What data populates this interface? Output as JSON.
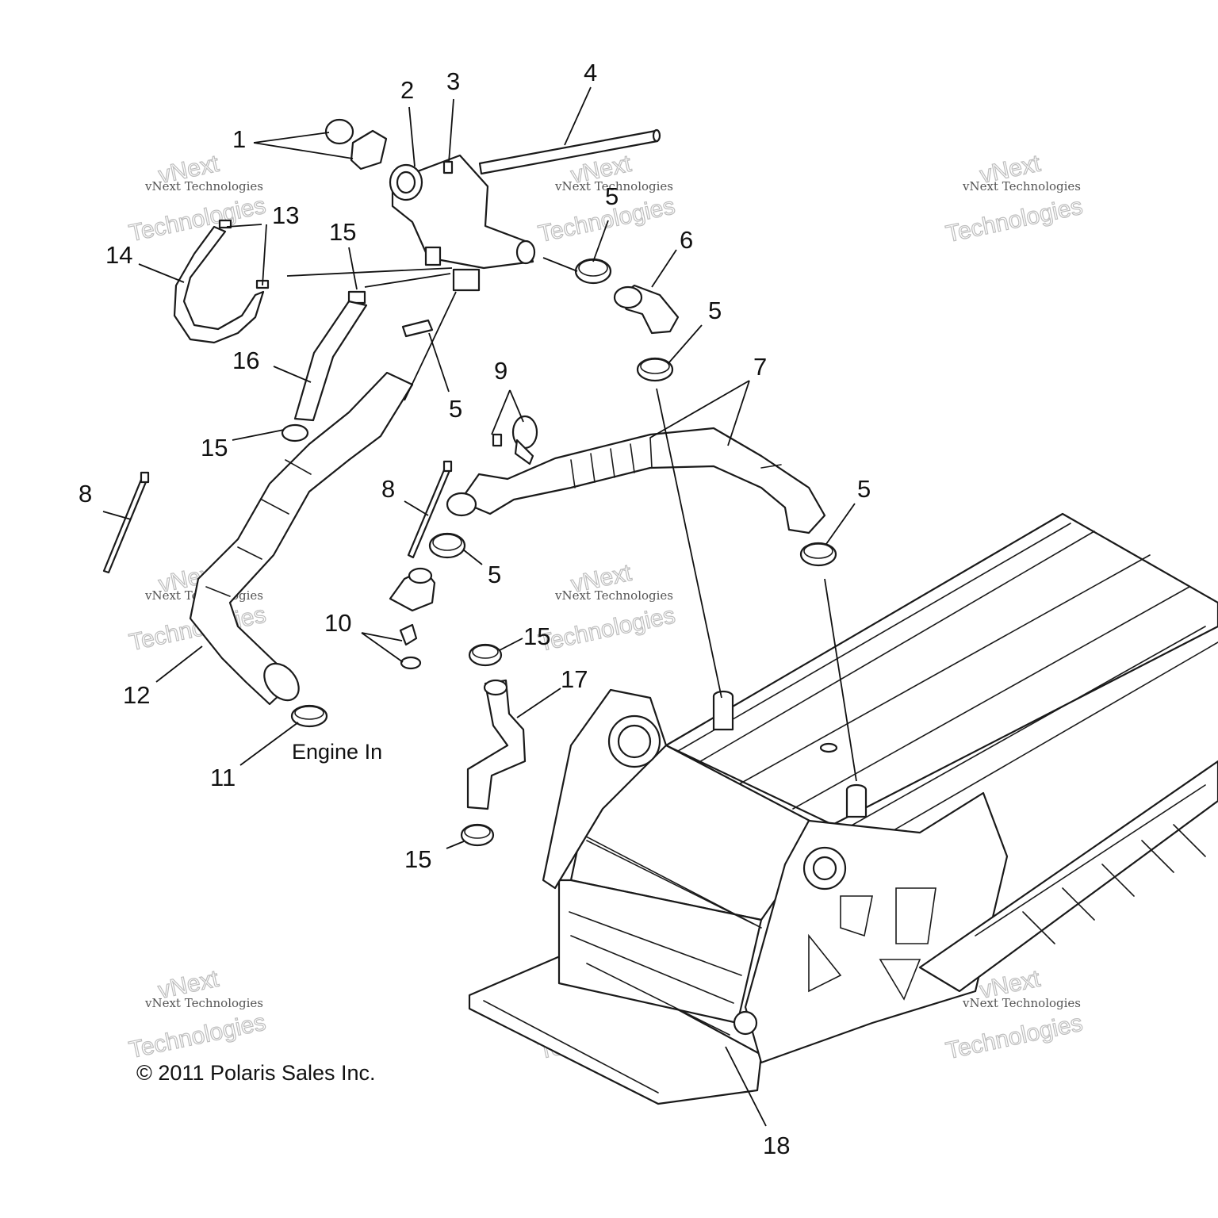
{
  "callouts": [
    {
      "id": "c1",
      "label": "1"
    },
    {
      "id": "c2",
      "label": "2"
    },
    {
      "id": "c3",
      "label": "3"
    },
    {
      "id": "c4",
      "label": "4"
    },
    {
      "id": "c5a",
      "label": "5"
    },
    {
      "id": "c5b",
      "label": "5"
    },
    {
      "id": "c5c",
      "label": "5"
    },
    {
      "id": "c5d",
      "label": "5"
    },
    {
      "id": "c5e",
      "label": "5"
    },
    {
      "id": "c6",
      "label": "6"
    },
    {
      "id": "c7",
      "label": "7"
    },
    {
      "id": "c8a",
      "label": "8"
    },
    {
      "id": "c8b",
      "label": "8"
    },
    {
      "id": "c9",
      "label": "9"
    },
    {
      "id": "c10",
      "label": "10"
    },
    {
      "id": "c11",
      "label": "11"
    },
    {
      "id": "c12",
      "label": "12"
    },
    {
      "id": "c13",
      "label": "13"
    },
    {
      "id": "c14",
      "label": "14"
    },
    {
      "id": "c15a",
      "label": "15"
    },
    {
      "id": "c15b",
      "label": "15"
    },
    {
      "id": "c15c",
      "label": "15"
    },
    {
      "id": "c15d",
      "label": "15"
    },
    {
      "id": "c16",
      "label": "16"
    },
    {
      "id": "c17",
      "label": "17"
    },
    {
      "id": "c18",
      "label": "18"
    }
  ],
  "notes": {
    "engine_in": "Engine In",
    "copyright": "© 2011 Polaris Sales Inc."
  },
  "watermark": {
    "line1": "vNext",
    "line2": "vNext Technologies",
    "line3": "Technologies"
  }
}
